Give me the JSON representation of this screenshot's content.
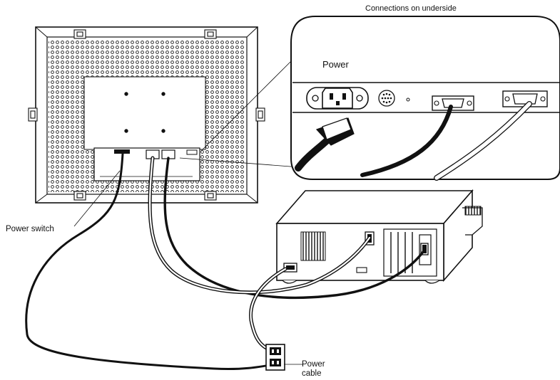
{
  "labels": {
    "connections_title": "Connections on underside",
    "power": "Power",
    "power_switch": "Power switch",
    "power_cable_line1": "Power",
    "power_cable_line2": "cable"
  },
  "colors": {
    "line": "#111111",
    "cable_fill": "#ffffff",
    "background": "#ffffff"
  }
}
